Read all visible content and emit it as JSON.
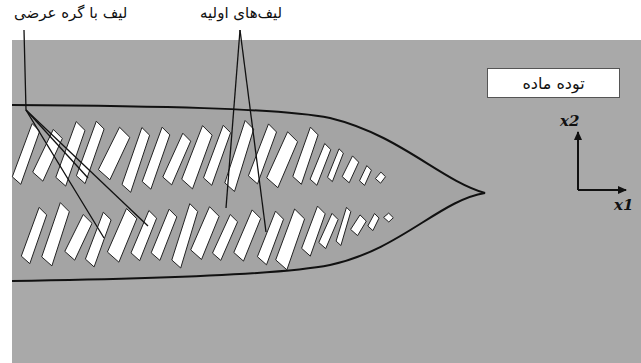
{
  "diagram": {
    "nodes": [
      {
        "text": [
          "توده ماده"
        ]
      }
    ],
    "labels": [
      "لیف با گره عرضی",
      "لیف‌های اولیه",
      "x2",
      "x1"
    ]
  }
}
